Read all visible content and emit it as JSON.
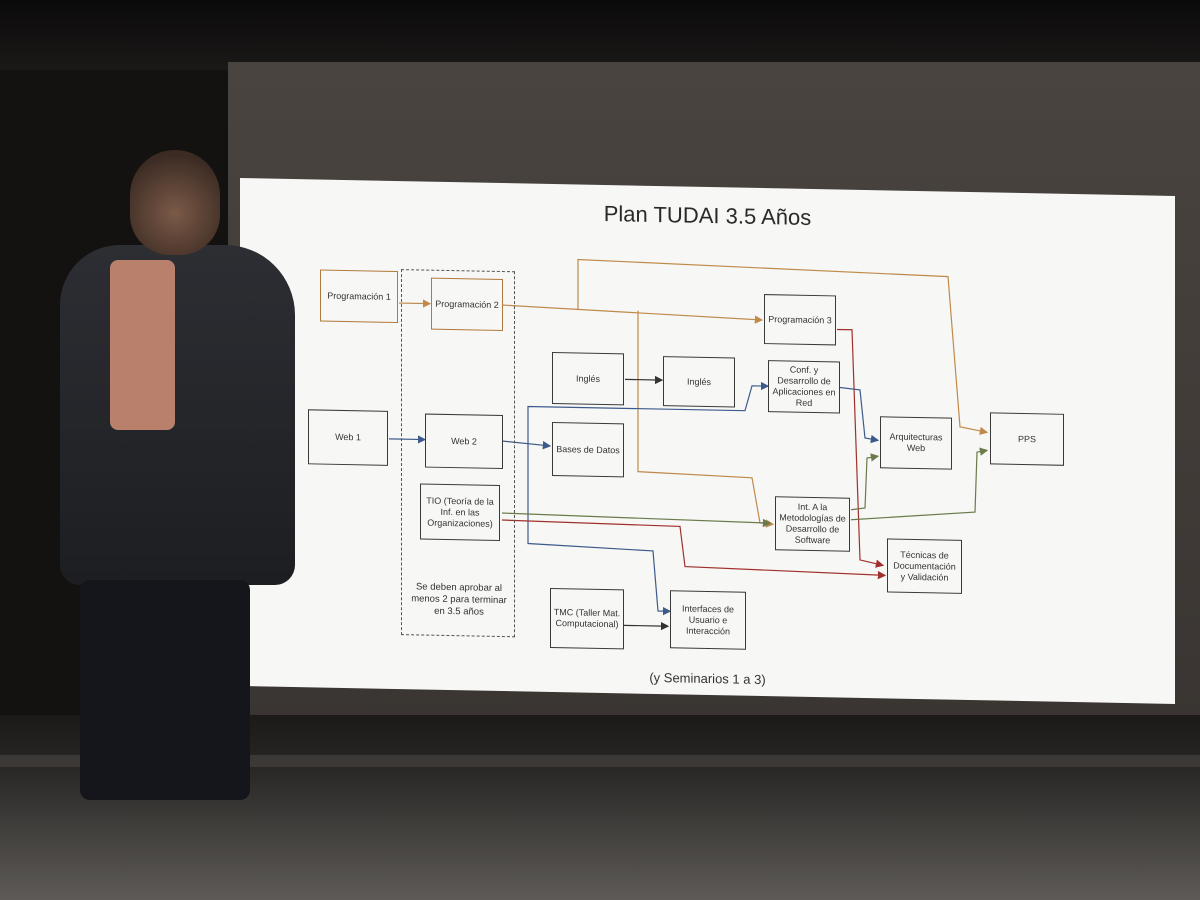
{
  "slide": {
    "title": "Plan TUDAI 3.5 Años",
    "footer": "(y Seminarios 1 a 3)",
    "note": "Se deben aprobar al menos 2 para terminar en 3.5 años"
  },
  "boxes": {
    "prog1": "Programación 1",
    "prog2": "Programación 2",
    "prog3": "Programación 3",
    "web1": "Web 1",
    "web2": "Web 2",
    "tio": "TIO (Teoría de la Inf. en las Organizaciones)",
    "ingles1": "Inglés",
    "ingles2": "Inglés",
    "bd": "Bases de Datos",
    "conf": "Conf. y Desarrollo de Aplicaciones en Red",
    "arq": "Arquitecturas Web",
    "pps": "PPS",
    "metod": "Int. A la Metodologías de Desarrollo de Software",
    "tecdoc": "Técnicas de Documentación y Validación",
    "tmc": "TMC (Taller Mat. Computacional)",
    "interfaces": "Interfaces de Usuario e Interacción"
  },
  "colors": {
    "programming_path": "#c08a4a",
    "web_path": "#3c5a8c",
    "tio_path": "#a0302c",
    "ingles_path": "#333333",
    "metodologias_path": "#6a7a4a"
  }
}
